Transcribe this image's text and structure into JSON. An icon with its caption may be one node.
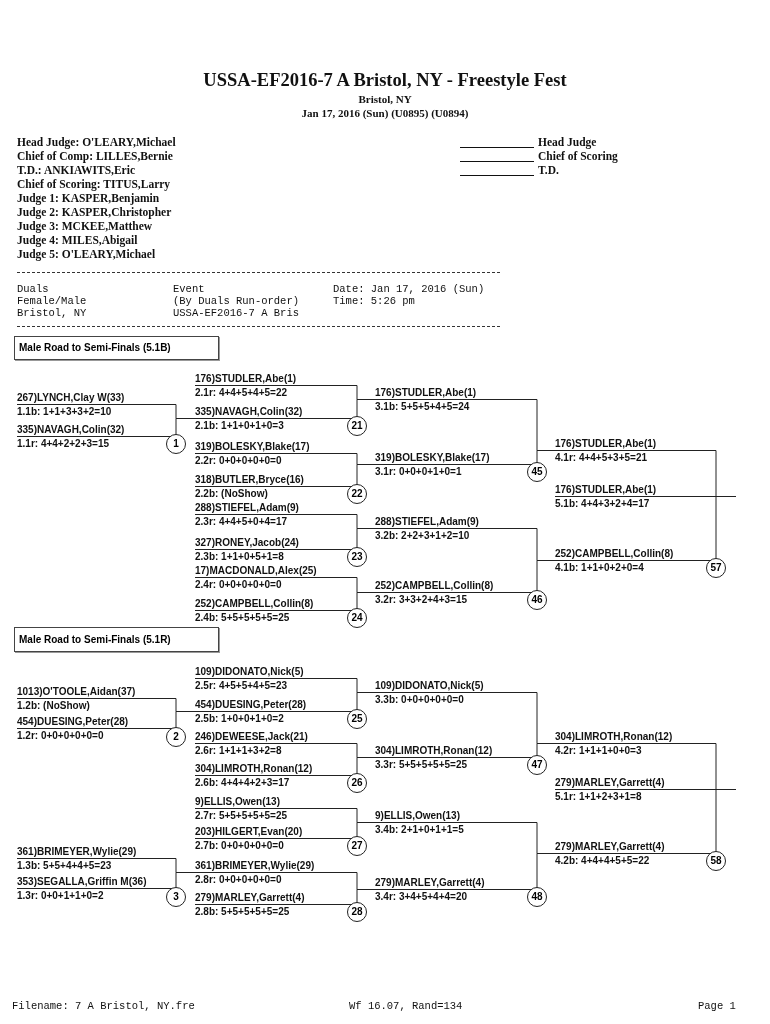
{
  "diagram": {
    "title": "USSA-EF2016-7 A Bristol, NY - Freestyle Fest",
    "nodes": [
      {
        "text": [
          "Male Road to Semi-Finals (5.1B)"
        ]
      },
      {
        "text": [
          "267)LYNCH,Clay W(33)",
          "1.1b: 1+1+3+3+2=10"
        ]
      },
      {
        "text": [
          "335)NAVAGH,Colin(32)",
          "1.1r: 4+4+2+2+3=15"
        ]
      },
      {
        "text": [
          "1"
        ]
      },
      {
        "text": [
          "176)STUDLER,Abe(1)",
          "2.1r: 4+4+5+4+5=22"
        ]
      },
      {
        "text": [
          "335)NAVAGH,Colin(32)",
          "2.1b: 1+1+0+1+0=3"
        ]
      },
      {
        "text": [
          "21"
        ]
      },
      {
        "text": [
          "319)BOLESKY,Blake(17)",
          "2.2r: 0+0+0+0+0=0"
        ]
      },
      {
        "text": [
          "318)BUTLER,Bryce(16)",
          "2.2b: (NoShow)"
        ]
      },
      {
        "text": [
          "22"
        ]
      },
      {
        "text": [
          "288)STIEFEL,Adam(9)",
          "2.3r: 4+4+5+0+4=17"
        ]
      },
      {
        "text": [
          "327)RONEY,Jacob(24)",
          "2.3b: 1+1+0+5+1=8"
        ]
      },
      {
        "text": [
          "23"
        ]
      },
      {
        "text": [
          "17)MACDONALD,Alex(25)",
          "2.4r: 0+0+0+0+0=0"
        ]
      },
      {
        "text": [
          "252)CAMPBELL,Collin(8)",
          "2.4b: 5+5+5+5+5=25"
        ]
      },
      {
        "text": [
          "24"
        ]
      },
      {
        "text": [
          "176)STUDLER,Abe(1)",
          "3.1b: 5+5+5+4+5=24"
        ]
      },
      {
        "text": [
          "319)BOLESKY,Blake(17)",
          "3.1r: 0+0+0+1+0=1"
        ]
      },
      {
        "text": [
          "45"
        ]
      },
      {
        "text": [
          "288)STIEFEL,Adam(9)",
          "3.2b: 2+2+3+1+2=10"
        ]
      },
      {
        "text": [
          "252)CAMPBELL,Collin(8)",
          "3.2r: 3+3+2+4+3=15"
        ]
      },
      {
        "text": [
          "46"
        ]
      },
      {
        "text": [
          "176)STUDLER,Abe(1)",
          "4.1r: 4+4+5+3+5=21"
        ]
      },
      {
        "text": [
          "176)STUDLER,Abe(1)",
          "5.1b: 4+4+3+2+4=17"
        ]
      },
      {
        "text": [
          "252)CAMPBELL,Collin(8)",
          "4.1b: 1+1+0+2+0=4"
        ]
      },
      {
        "text": [
          "57"
        ]
      },
      {
        "text": [
          "Male Road to Semi-Finals (5.1R)"
        ]
      },
      {
        "text": [
          "1013)O'TOOLE,Aidan(37)",
          "1.2b: (NoShow)"
        ]
      },
      {
        "text": [
          "454)DUESING,Peter(28)",
          "1.2r: 0+0+0+0+0=0"
        ]
      },
      {
        "text": [
          "2"
        ]
      },
      {
        "text": [
          "361)BRIMEYER,Wylie(29)",
          "1.3b: 5+5+4+4+5=23"
        ]
      },
      {
        "text": [
          "353)SEGALLA,Griffin M(36)",
          "1.3r: 0+0+1+1+0=2"
        ]
      },
      {
        "text": [
          "3"
        ]
      },
      {
        "text": [
          "109)DIDONATO,Nick(5)",
          "2.5r: 4+5+5+4+5=23"
        ]
      },
      {
        "text": [
          "454)DUESING,Peter(28)",
          "2.5b: 1+0+0+1+0=2"
        ]
      },
      {
        "text": [
          "25"
        ]
      },
      {
        "text": [
          "246)DEWEESE,Jack(21)",
          "2.6r: 1+1+1+3+2=8"
        ]
      },
      {
        "text": [
          "304)LIMROTH,Ronan(12)",
          "2.6b: 4+4+4+2+3=17"
        ]
      },
      {
        "text": [
          "26"
        ]
      },
      {
        "text": [
          "9)ELLIS,Owen(13)",
          "2.7r: 5+5+5+5+5=25"
        ]
      },
      {
        "text": [
          "203)HILGERT,Evan(20)",
          "2.7b: 0+0+0+0+0=0"
        ]
      },
      {
        "text": [
          "27"
        ]
      },
      {
        "text": [
          "361)BRIMEYER,Wylie(29)",
          "2.8r: 0+0+0+0+0=0"
        ]
      },
      {
        "text": [
          "279)MARLEY,Garrett(4)",
          "2.8b: 5+5+5+5+5=25"
        ]
      },
      {
        "text": [
          "28"
        ]
      },
      {
        "text": [
          "109)DIDONATO,Nick(5)",
          "3.3b: 0+0+0+0+0=0"
        ]
      },
      {
        "text": [
          "304)LIMROTH,Ronan(12)",
          "3.3r: 5+5+5+5+5=25"
        ]
      },
      {
        "text": [
          "47"
        ]
      },
      {
        "text": [
          "9)ELLIS,Owen(13)",
          "3.4b: 2+1+0+1+1=5"
        ]
      },
      {
        "text": [
          "279)MARLEY,Garrett(4)",
          "3.4r: 3+4+5+4+4=20"
        ]
      },
      {
        "text": [
          "48"
        ]
      },
      {
        "text": [
          "304)LIMROTH,Ronan(12)",
          "4.2r: 1+1+1+0+0=3"
        ]
      },
      {
        "text": [
          "279)MARLEY,Garrett(4)",
          "5.1r: 1+1+2+3+1=8"
        ]
      },
      {
        "text": [
          "279)MARLEY,Garrett(4)",
          "4.2b: 4+4+4+5+5=22"
        ]
      },
      {
        "text": [
          "58"
        ]
      }
    ],
    "edges": [
      {
        "from": 1,
        "to": 5,
        "arrow": "none"
      },
      {
        "from": 2,
        "to": 5,
        "arrow": "none"
      },
      {
        "from": 4,
        "to": 16,
        "arrow": "none"
      },
      {
        "from": 5,
        "to": 16,
        "arrow": "none"
      },
      {
        "from": 7,
        "to": 17,
        "arrow": "none"
      },
      {
        "from": 8,
        "to": 17,
        "arrow": "none"
      },
      {
        "from": 10,
        "to": 19,
        "arrow": "none"
      },
      {
        "from": 11,
        "to": 19,
        "arrow": "none"
      },
      {
        "from": 13,
        "to": 20,
        "arrow": "none"
      },
      {
        "from": 14,
        "to": 20,
        "arrow": "none"
      },
      {
        "from": 16,
        "to": 22,
        "arrow": "none"
      },
      {
        "from": 17,
        "to": 22,
        "arrow": "none"
      },
      {
        "from": 19,
        "to": 24,
        "arrow": "none"
      },
      {
        "from": 20,
        "to": 24,
        "arrow": "none"
      },
      {
        "from": 22,
        "to": 23,
        "arrow": "none"
      },
      {
        "from": 24,
        "to": 23,
        "arrow": "none"
      },
      {
        "from": 27,
        "to": 34,
        "arrow": "none"
      },
      {
        "from": 28,
        "to": 34,
        "arrow": "none"
      },
      {
        "from": 30,
        "to": 42,
        "arrow": "none"
      },
      {
        "from": 31,
        "to": 42,
        "arrow": "none"
      },
      {
        "from": 33,
        "to": 45,
        "arrow": "none"
      },
      {
        "from": 34,
        "to": 45,
        "arrow": "none"
      },
      {
        "from": 36,
        "to": 46,
        "arrow": "none"
      },
      {
        "from": 37,
        "to": 46,
        "arrow": "none"
      },
      {
        "from": 39,
        "to": 48,
        "arrow": "none"
      },
      {
        "from": 40,
        "to": 48,
        "arrow": "none"
      },
      {
        "from": 42,
        "to": 49,
        "arrow": "none"
      },
      {
        "from": 43,
        "to": 49,
        "arrow": "none"
      },
      {
        "from": 45,
        "to": 51,
        "arrow": "none"
      },
      {
        "from": 46,
        "to": 51,
        "arrow": "none"
      },
      {
        "from": 48,
        "to": 53,
        "arrow": "none"
      },
      {
        "from": 49,
        "to": 53,
        "arrow": "none"
      },
      {
        "from": 51,
        "to": 52,
        "arrow": "none"
      },
      {
        "from": 53,
        "to": 52,
        "arrow": "none"
      }
    ],
    "labels": [
      "Bristol, NY",
      "Jan 17, 2016 (Sun) (U0895) (U0894)",
      "Head Judge: O'LEARY,Michael",
      "Head Judge",
      "Chief of Comp: LILLES,Bernie",
      "Chief of Scoring",
      "T.D.: ANKIAWITS,Eric",
      "T.D.",
      "Chief of Scoring: TITUS,Larry",
      "Judge 1: KASPER,Benjamin",
      "Judge 2: KASPER,Christopher",
      "Judge 3: MCKEE,Matthew",
      "Judge 4: MILES,Abigail",
      "Judge 5: O'LEARY,Michael",
      "Duals",
      "Event",
      "Date: Jan 17, 2016 (Sun)",
      "Female/Male",
      "(By Duals Run-order)",
      "Time: 5:26 pm",
      "Bristol, NY",
      "USSA-EF2016-7 A Bris",
      "Filename: 7 A Bristol, NY.fre",
      "Wf 16.07, Rand=134",
      "Page 1"
    ]
  }
}
